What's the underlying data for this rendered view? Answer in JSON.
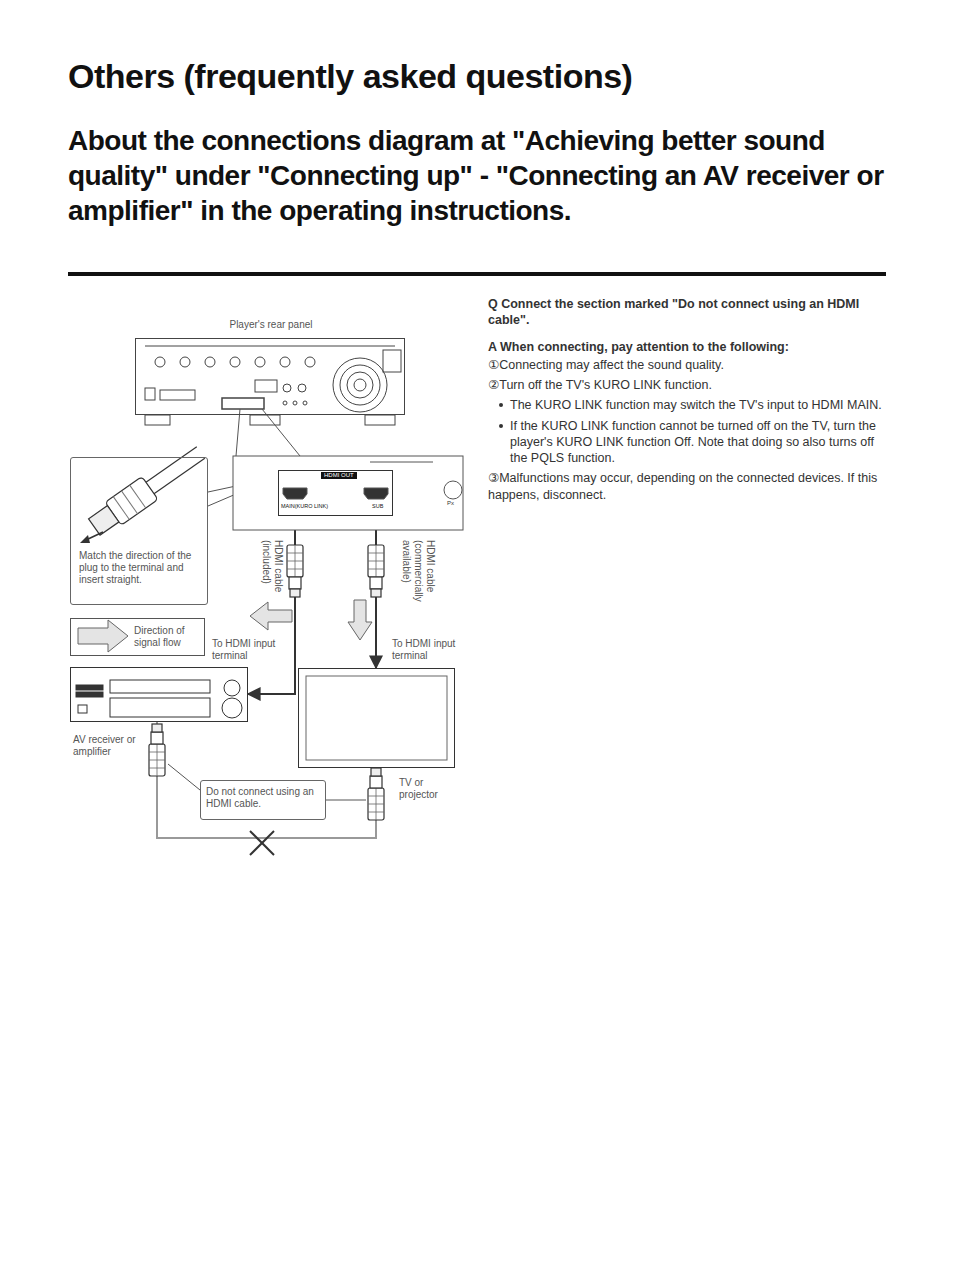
{
  "diagram": {
    "title": "Others (frequently asked questions)",
    "nodes": [
      {
        "text": [
          "Player's rear panel"
        ]
      },
      {
        "text": [
          "HDMI OUT",
          "MAIN(KURO LINK)",
          "SUB"
        ]
      },
      {
        "text": [
          "Match the direction of the plug to the terminal and insert straight."
        ]
      },
      {
        "text": [
          "AV receiver or amplifier"
        ]
      },
      {
        "text": [
          "TV or projector"
        ]
      },
      {
        "text": [
          "Do not connect using an HDMI cable."
        ]
      }
    ],
    "edges": [
      {
        "from": 1,
        "to": 3,
        "arrow": "to",
        "label": "HDMI cable (included)"
      },
      {
        "from": 1,
        "to": 4,
        "arrow": "to",
        "label": "HDMI cable (commercially available)"
      },
      {
        "from": 3,
        "to": 4,
        "arrow": "none"
      }
    ],
    "labels": [
      "About the connections diagram at \"Achieving better sound quality\" under \"Connecting up\" - \"Connecting an AV receiver or amplifier\" in the operating instructions.",
      "Q   Connect the section marked \"Do not connect using an HDMI cable\".",
      "A   When connecting, pay attention to the following:",
      "①Connecting may affect the sound quality.",
      "②Turn off the TV's KURO LINK function.",
      "The KURO LINK function may switch the TV's input to HDMI MAIN.",
      "If the KURO LINK function cannot be turned off on the TV, turn the player's KURO LINK function Off. Note that doing so also turns off the PQLS function.",
      "③Malfunctions may occur, depending on the connected devices. If this happens, disconnect.",
      "Px",
      "To HDMI input terminal",
      "To HDMI input terminal"
    ],
    "legend": [
      {
        "text": "Direction of signal flow"
      }
    ]
  }
}
